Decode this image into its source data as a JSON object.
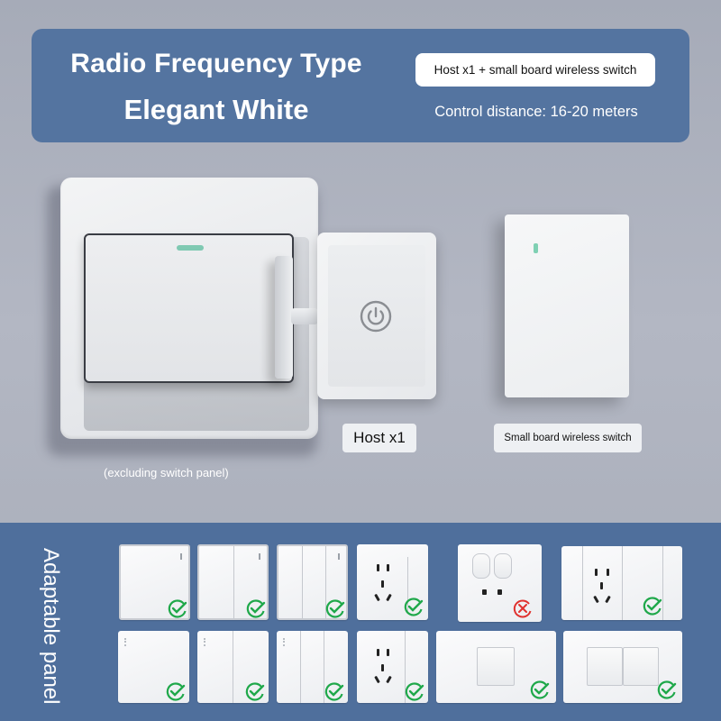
{
  "banner": {
    "title_line1": "Radio Frequency Type",
    "title_line2": "Elegant White",
    "package_pill": "Host x1 + small board wireless switch",
    "control_distance": "Control distance: 16-20 meters",
    "background_color": "#5474a0"
  },
  "product": {
    "host_label": "Host x1",
    "small_switch_label": "Small board wireless switch",
    "note": "(excluding switch panel)",
    "power_icon": "power-icon",
    "led_color": "#7fc9b2"
  },
  "compatibility": {
    "section_label": "Adaptable panel",
    "background_color": "#4f6f9c",
    "ok_color": "#1fa84a",
    "no_color": "#e0312e",
    "rows": [
      [
        {
          "type": "1-gang switch",
          "status": "compatible"
        },
        {
          "type": "2-gang switch",
          "status": "compatible"
        },
        {
          "type": "3-gang switch",
          "status": "compatible"
        },
        {
          "type": "socket with side switch",
          "status": "compatible"
        },
        {
          "type": "toggle switch socket",
          "status": "incompatible"
        },
        {
          "type": "wide socket + switch",
          "status": "compatible"
        }
      ],
      [
        {
          "type": "1-gang switch (flat)",
          "status": "compatible"
        },
        {
          "type": "2-gang switch (flat)",
          "status": "compatible"
        },
        {
          "type": "3-gang switch (flat)",
          "status": "compatible"
        },
        {
          "type": "socket with side strip",
          "status": "compatible"
        },
        {
          "type": "wide 1-gang rocker",
          "status": "compatible"
        },
        {
          "type": "wide 2-gang rocker",
          "status": "compatible"
        }
      ]
    ]
  }
}
